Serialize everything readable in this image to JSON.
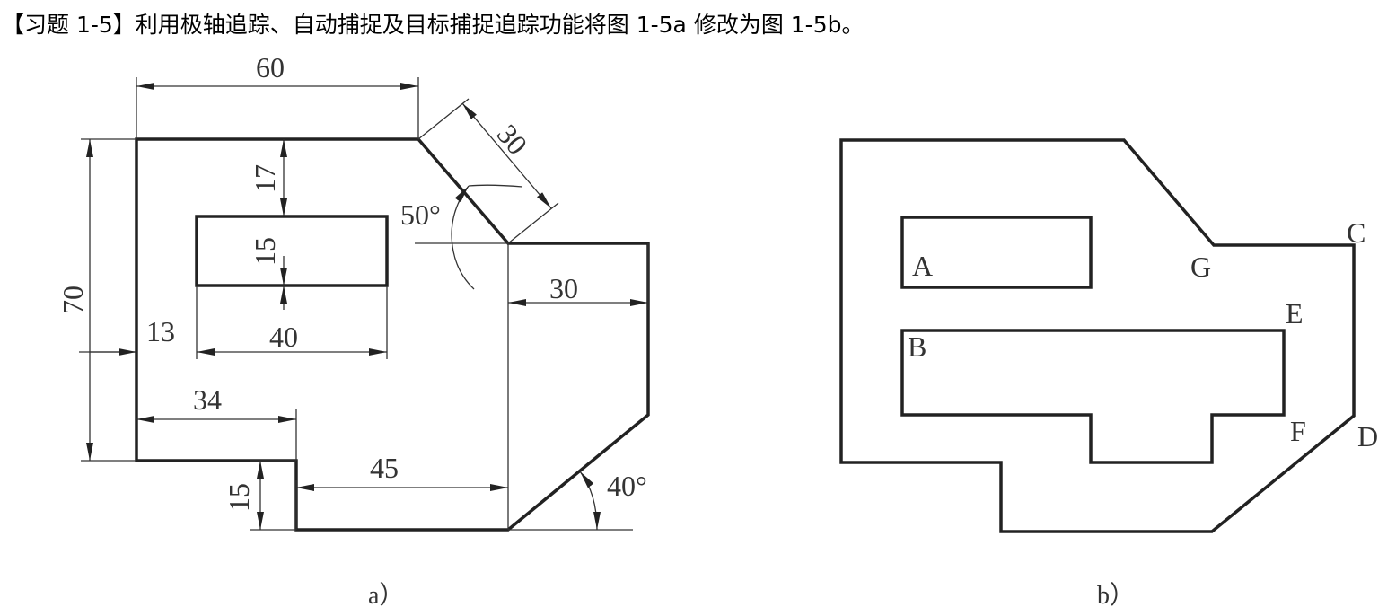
{
  "title": "【习题 1-5】利用极轴追踪、自动捕捉及目标捕捉追踪功能将图 1-5a 修改为图 1-5b。",
  "figure_a": {
    "caption": "a）",
    "dims": {
      "width_top": "60",
      "height_total": "70",
      "top_gap": "17",
      "rect_height": "15",
      "left_offset": "13",
      "rect_width": "40",
      "step_width": "34",
      "step_height": "15",
      "bottom_width": "45",
      "right_width": "30",
      "chamfer_length": "30",
      "chamfer_angle": "50°",
      "bottom_angle": "40°"
    }
  },
  "figure_b": {
    "caption": "b）",
    "points": {
      "A": "A",
      "B": "B",
      "C": "C",
      "D": "D",
      "E": "E",
      "F": "F",
      "G": "G"
    }
  },
  "colors": {
    "line": "#222222",
    "background": "#ffffff"
  }
}
